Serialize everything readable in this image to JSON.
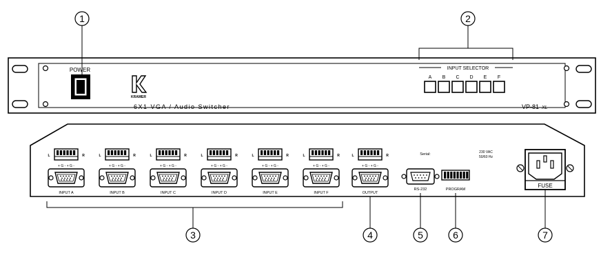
{
  "callouts": [
    "1",
    "2",
    "3",
    "4",
    "5",
    "6",
    "7"
  ],
  "front_panel": {
    "power_label": "POWER",
    "brand_logo_text": "KRAMER",
    "product_name": "6X1 VGA / Audio Switcher",
    "model": "VP-81",
    "model_suffix": "XL",
    "input_selector_label": "INPUT SELECTOR",
    "selector_buttons": [
      "A",
      "B",
      "C",
      "D",
      "E",
      "F"
    ]
  },
  "rear_panel": {
    "audio_terminal_left": "L",
    "audio_terminal_right": "R",
    "audio_pin_labels": "+ G - + G -",
    "inputs": [
      "INPUT A",
      "INPUT B",
      "INPUT C",
      "INPUT D",
      "INPUT E",
      "INPUT F"
    ],
    "output_label": "OUTPUT",
    "serial_label": "Serial:",
    "rs232_label": "RS-232",
    "program_label": "PROGRAM",
    "power_rating_line1": "230 VAC",
    "power_rating_line2": "50/60 Hz",
    "fuse_label": "FUSE"
  }
}
